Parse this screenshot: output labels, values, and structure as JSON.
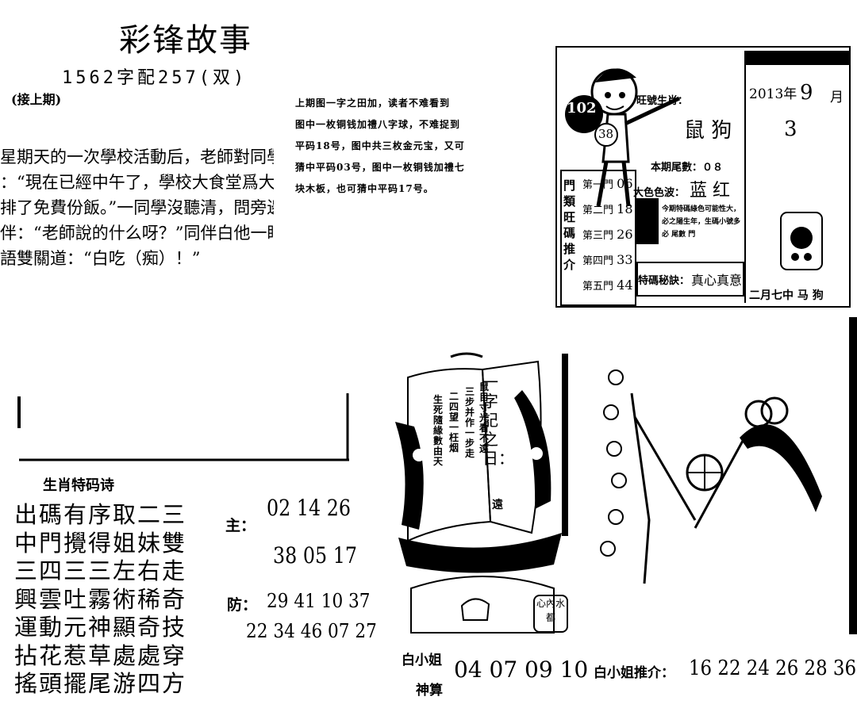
{
  "title": "彩锋故事",
  "issue": "1562字配257(双)",
  "continued": "(接上期)",
  "story_lines": [
    "星期天的一次學校活動后，老師對同學們說",
    "：“現在已經中午了，學校大食堂爲大家安",
    "排了免費份飯。”一同學沒聽清，問旁邊同",
    "伴：“老師說的什么呀？”同伴白他一眼一",
    "語雙關道：“白吃（痴）！”"
  ],
  "riddle_lines": [
    "上期图一字之田加，读者不难看到",
    "图中一枚铜钱加禮八字球，不难捉到",
    "平码18号，图中共三枚金元宝，又可",
    "猜中平码03号，图中一枚铜钱加禮七",
    "块木板，也可猜中平码17号。"
  ],
  "calendar": {
    "badge": "102",
    "ball": "38",
    "wangmen_label": "旺號生肖：",
    "wangmen_value": "鼠 狗",
    "pingte_label": "本期尾數：０８",
    "dase_label": "大色色波：",
    "dase_value": "蓝 红",
    "men_title": "門類旺碼推介",
    "men": [
      {
        "label": "第一門",
        "value": "06"
      },
      {
        "label": "第二門",
        "value": "18"
      },
      {
        "label": "第三門",
        "value": "26"
      },
      {
        "label": "第四門",
        "value": "33"
      },
      {
        "label": "第五門",
        "value": "44"
      }
    ],
    "tip_lines": [
      "今期特碼綠色可能性大，",
      "必之陽生年，生碼小號多",
      "必 尾數 門"
    ],
    "jue_label": "特碼秘訣：",
    "jue_value": "真心真意",
    "year": "2013年",
    "month": "9",
    "month_label": "月",
    "day": "3",
    "footer": "二月七中 马 狗"
  },
  "shengxiao_title": "生肖特码诗",
  "poem": [
    "出碼有序取二三",
    "中門攪得姐妹雙",
    "三四三三左右走",
    "興雲吐霧術稀奇",
    "運動元神顯奇技",
    "拈花惹草處處穿",
    "搖頭擺尾游四方"
  ],
  "zhu_label": "主：",
  "zhu_line1": "02 14 26",
  "zhu_line2": "38 05 17",
  "fang_label": "防：",
  "fang_line1": "29 41 10 37",
  "fang_line2": "22 34 46 07 27",
  "sail_title": "一字記之日：",
  "sail_cols": [
    "生死隨緣數由天",
    "二四望一枉烟",
    "三步并作一步走",
    "鼠目寸光看不遠"
  ],
  "sail_sign": "遠",
  "xin_label": "心內水都",
  "bottom_left_label": "白小姐",
  "bottom_left_label2": "神算",
  "bottom_nums": "04 07 09 10",
  "bottom_label": "白小姐推介：",
  "bottom_nums2": "16 22 24 26 28 36"
}
